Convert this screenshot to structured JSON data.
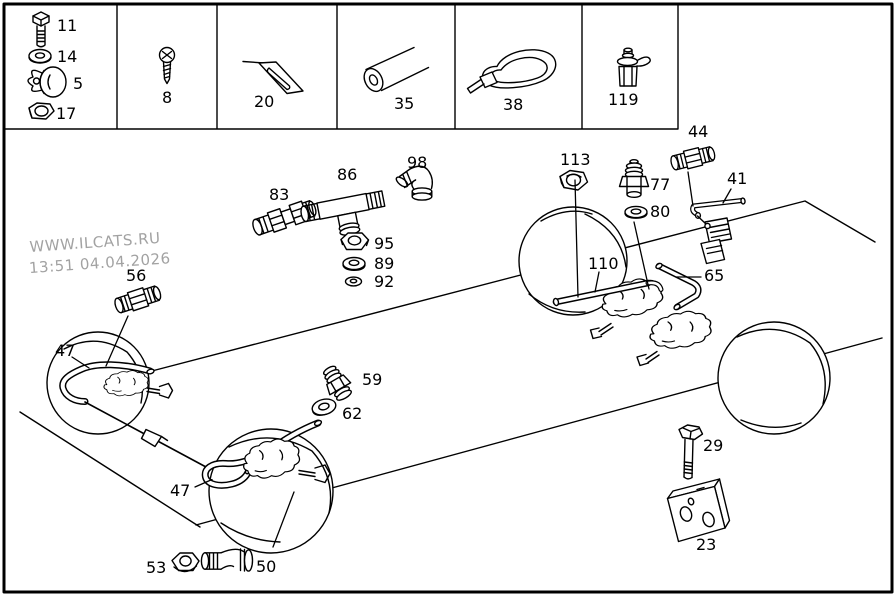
{
  "colors": {
    "ink": "#000000",
    "background": "#ffffff",
    "watermark": "#a2a2a2"
  },
  "watermark": {
    "line1": "WWW.ILCATS.RU",
    "line2": "13:51 04.04.2026"
  },
  "legend": {
    "items": [
      {
        "icon": "bolt-icon",
        "label": "11"
      },
      {
        "icon": "washer-icon",
        "label": "14"
      },
      {
        "icon": "grommet-icon",
        "label": "5"
      },
      {
        "icon": "hex-nut-icon",
        "label": "17"
      },
      {
        "icon": "screw-icon",
        "label": "8"
      },
      {
        "icon": "clamp-strip-icon",
        "label": "20"
      },
      {
        "icon": "tube-icon",
        "label": "35"
      },
      {
        "icon": "cable-tie-icon",
        "label": "38"
      },
      {
        "icon": "valve-icon",
        "label": "119"
      }
    ]
  },
  "callouts": {
    "c44": "44",
    "c41": "41",
    "c113": "113",
    "c77": "77",
    "c80": "80",
    "c65": "65",
    "c110": "110",
    "c98": "98",
    "c86": "86",
    "c83": "83",
    "c95": "95",
    "c89": "89",
    "c92": "92",
    "c56": "56",
    "c47_rear": "47",
    "c59": "59",
    "c62": "62",
    "c47_front": "47",
    "c53": "53",
    "c50": "50",
    "c29": "29",
    "c23": "23"
  }
}
